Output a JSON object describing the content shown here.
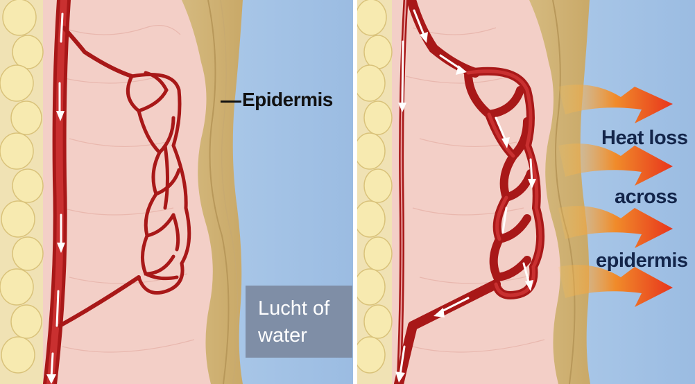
{
  "left_panel": {
    "epidermis_label": "Epidermis",
    "note": "Lucht of water"
  },
  "right_panel": {
    "heat_loss_lines": [
      "Heat loss",
      "across",
      "epidermis"
    ]
  },
  "colors": {
    "water": "#a9c7e8",
    "dermis": "#f3cfc7",
    "fat": "#f3e6a8",
    "epidermis": "#d9be84",
    "vessel": "#b51f1f",
    "note_box": "#7f8ea6",
    "heat_arrow": "#e8351c"
  }
}
